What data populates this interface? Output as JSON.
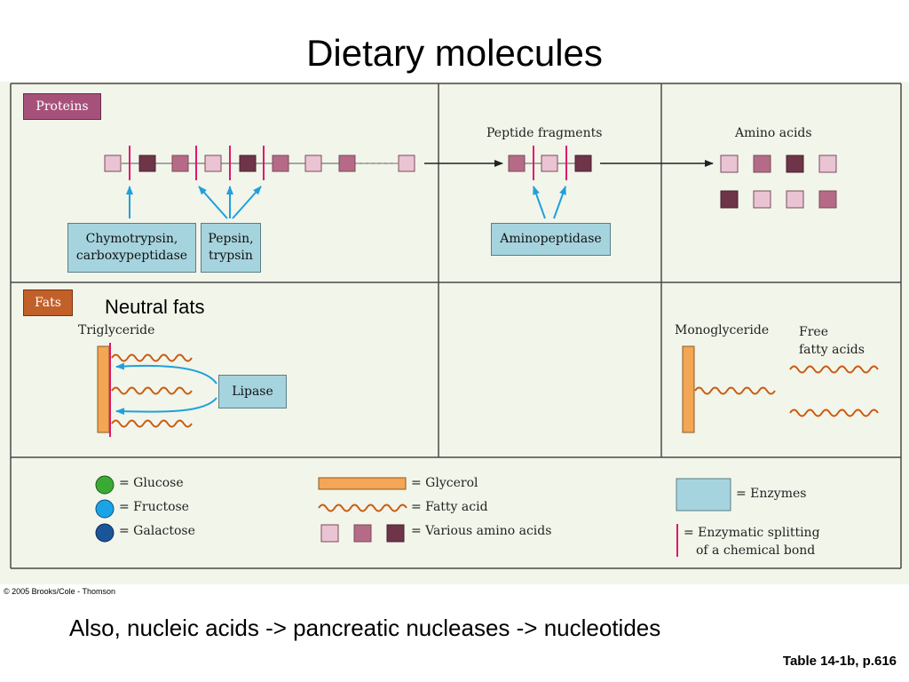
{
  "title": "Dietary molecules",
  "proteins": {
    "tag": "Proteins",
    "peptide_fragments_label": "Peptide fragments",
    "amino_acids_label": "Amino acids",
    "enzyme_chymotrypsin": [
      "Chymotrypsin,",
      "carboxypeptidase"
    ],
    "enzyme_pepsin": [
      "Pepsin,",
      "trypsin"
    ],
    "enzyme_aminopeptidase": "Aminopeptidase"
  },
  "fats": {
    "tag": "Fats",
    "neutral_fats": "Neutral fats",
    "triglyceride_label": "Triglyceride",
    "enzyme_lipase": "Lipase",
    "monoglyceride_label": "Monoglyceride",
    "free_fatty_acids_label": [
      "Free",
      "fatty acids"
    ]
  },
  "legend": {
    "glucose": "= Glucose",
    "fructose": "= Fructose",
    "galactose": "= Galactose",
    "glycerol": "= Glycerol",
    "fatty_acid": "= Fatty acid",
    "various_amino_acids": "= Various amino acids",
    "enzymes": "= Enzymes",
    "enzymatic_splitting": [
      "= Enzymatic splitting",
      "of a chemical bond"
    ]
  },
  "colors": {
    "protein_tag": "#a6517a",
    "fats_tag": "#c2602a",
    "amino_light": "#eac4d2",
    "amino_mid": "#b56b87",
    "amino_dark": "#6e3447",
    "cleavage": "#e0176b",
    "arrow_blue": "#1fa0dc",
    "glycerol": "#f4a655",
    "fatty_acid": "#c95a10",
    "enzyme": "#a6d4de",
    "glucose": "#3aaa35",
    "fructose": "#1aa3e6",
    "galactose": "#1a5599"
  },
  "copyright": "© 2005 Brooks/Cole - Thomson",
  "footnote": "Also, nucleic acids -> pancreatic nucleases -> nucleotides",
  "table_ref": "Table 14-1b, p.616"
}
